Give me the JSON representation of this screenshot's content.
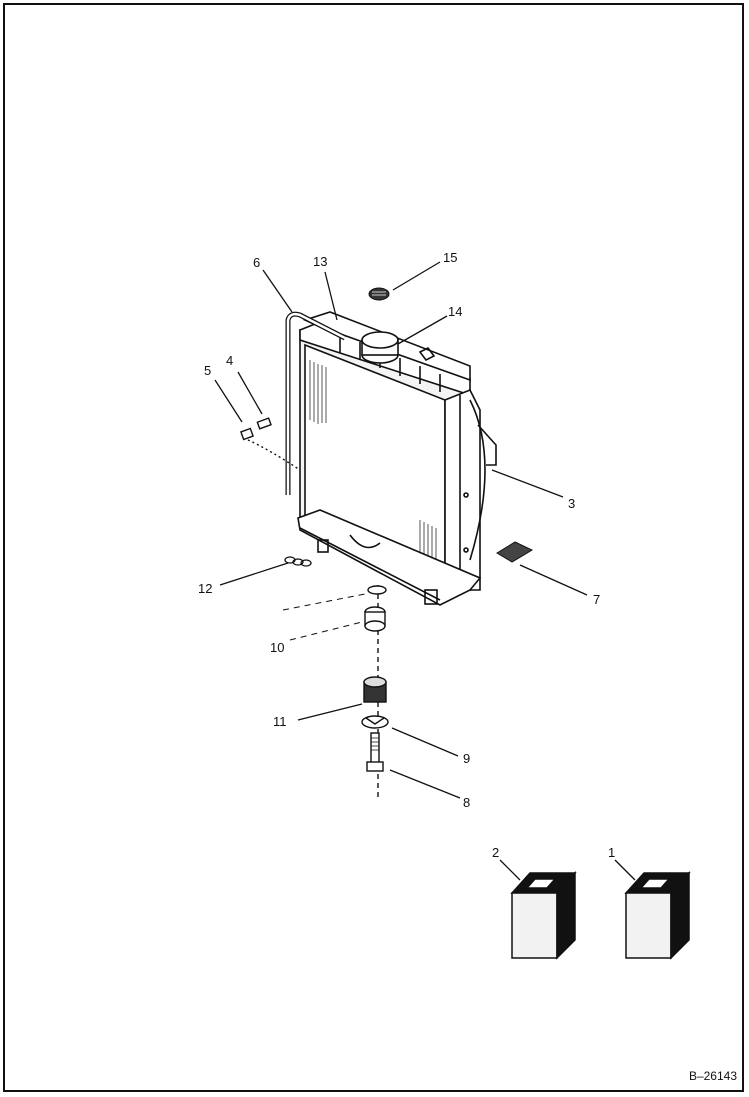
{
  "diagram": {
    "reference_code": "B–26143",
    "callouts": [
      "1",
      "2",
      "3",
      "4",
      "5",
      "6",
      "7",
      "8",
      "9",
      "10",
      "11",
      "12",
      "13",
      "14",
      "15"
    ]
  }
}
